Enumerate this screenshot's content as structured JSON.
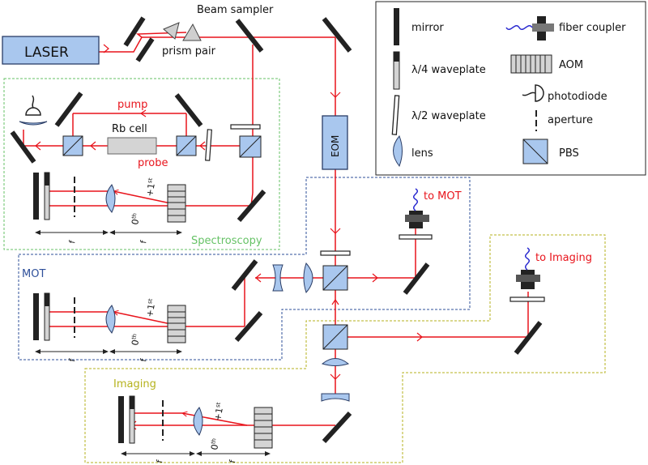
{
  "labels": {
    "laser": "LASER",
    "beam_sampler": "Beam sampler",
    "prism_pair": "prism pair",
    "pump": "pump",
    "rb_cell": "Rb cell",
    "probe": "probe",
    "eom": "EOM",
    "to_mot": "to MOT",
    "to_imaging": "to Imaging",
    "spectroscopy": "Spectroscopy",
    "mot": "MOT",
    "imaging": "Imaging",
    "first_order": "+1",
    "st": "st",
    "zeroth": "0",
    "th": "th",
    "f": "f"
  },
  "legend": {
    "mirror": "mirror",
    "quarter_waveplate": "λ/4 waveplate",
    "half_waveplate": "λ/2 waveplate",
    "lens": "lens",
    "fiber_coupler": "fiber coupler",
    "aom": "AOM",
    "photodiode": "photodiode",
    "aperture": "aperture",
    "pbs": "PBS"
  },
  "colors": {
    "beam": "#e8141c",
    "optic_fill": "#a9c7ee",
    "optic_stroke": "#2a3d66",
    "spectroscopy_box": "#66c266",
    "mot_box": "#2e4f9a",
    "imaging_box": "#b5b21c",
    "aom_fill": "#d4d4d4",
    "fiber": "#2b2bd0"
  }
}
